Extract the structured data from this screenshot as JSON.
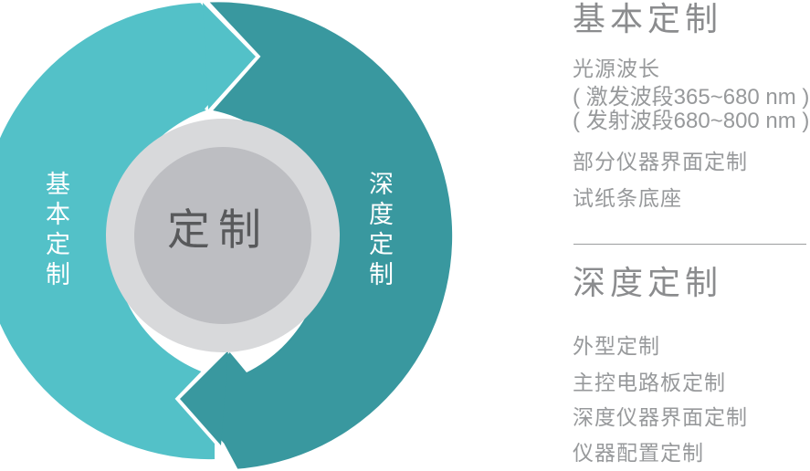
{
  "diagram": {
    "center_label": "定制",
    "left_arc_label": "基本定制",
    "right_arc_label": "深度定制",
    "colors": {
      "light_teal": "#53C1C8",
      "dark_teal": "#39989F",
      "outer_gray": "#D8D9DB",
      "inner_gray": "#BDBEC2",
      "center_text": "#58595B",
      "gap_white": "#FFFFFF",
      "heading_text": "#8B8C8E",
      "body_text": "#97999B",
      "divider": "#9B9D9E"
    }
  },
  "panel": {
    "sections": [
      {
        "title": "基本定制",
        "items": [
          "光源波长",
          "( 激发波段365~680 nm )",
          "( 发射波段680~800 nm )",
          "部分仪器界面定制",
          "试纸条底座"
        ]
      },
      {
        "title": "深度定制",
        "items": [
          "外型定制",
          "主控电路板定制",
          "深度仪器界面定制",
          "仪器配置定制"
        ]
      }
    ]
  }
}
